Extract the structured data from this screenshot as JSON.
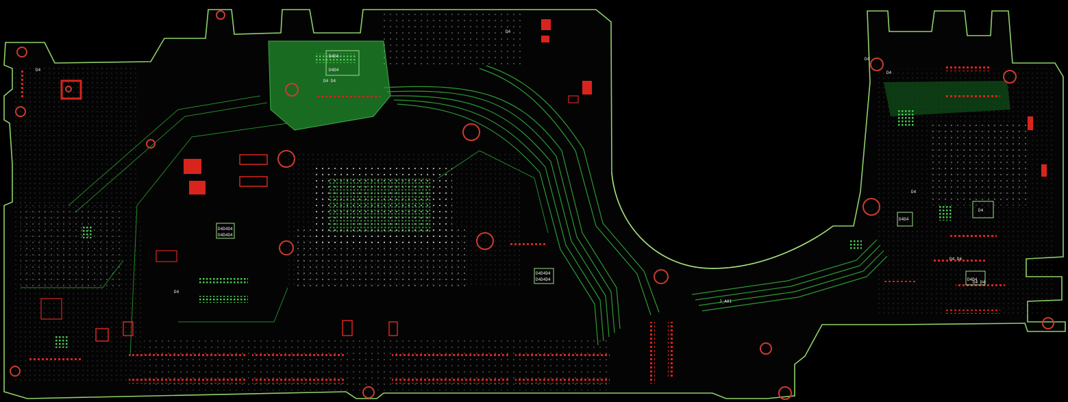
{
  "viewer": {
    "background": "#000000",
    "outline_color": "#8fd16a",
    "trace_color": "#1f8a2c",
    "trace_bright": "#39c94a",
    "pad_red": "#e0201c",
    "pad_white": "#d9d9d9",
    "copper_fill": "#1a6b22"
  },
  "labels": {
    "chip_marker": "D4",
    "chip_marker_row": "D4 D4",
    "chip_marker_grid": "D4D4D4",
    "connector_tag": "J_A01"
  },
  "chips": [
    {
      "id": "u-cpu",
      "label": "D4D4D4"
    },
    {
      "id": "u-pch",
      "label": "D4D4D4"
    },
    {
      "id": "u-ec",
      "label": "D4D4"
    },
    {
      "id": "u-right-1",
      "label": "D4D4"
    },
    {
      "id": "u-right-2",
      "label": "D4D4"
    },
    {
      "id": "u-right-3",
      "label": "D4"
    }
  ]
}
